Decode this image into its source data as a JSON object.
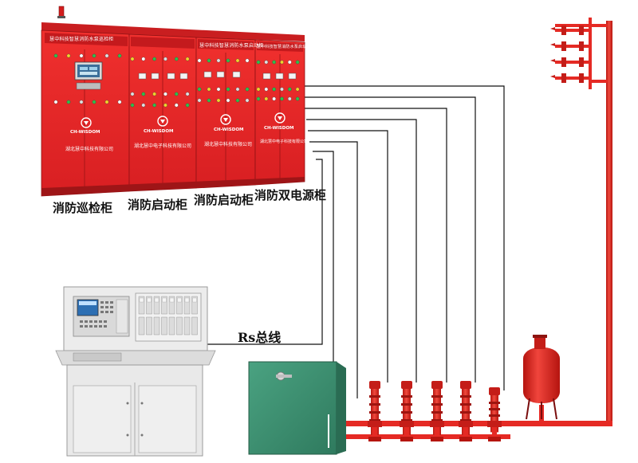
{
  "labels": {
    "patrol_cabinet": "消防巡检柜",
    "start_cabinet_1": "消防启动柜",
    "start_cabinet_2": "消防启动柜",
    "dual_power_cabinet": "消防双电源柜",
    "rs_bus": "Rs总线"
  },
  "cabinet_panels": [
    {
      "title": "慧中科技智慧消防水泵巡检柜",
      "brand": "CH-WISDOM",
      "company": "湖北慧中科技有限公司"
    },
    {
      "title": "",
      "brand": "CH-WISDOM",
      "company": "湖北慧中电子科技有限公司"
    },
    {
      "title": "慧中科技智慧消防水泵启动柜",
      "brand": "CH-WISDOM",
      "company": "湖北慧中科技有限公司"
    },
    {
      "title": "慧中科技智慧消防水泵启动柜",
      "brand": "CH-WISDOM",
      "company": "湖北慧中电子科技有限公司"
    }
  ],
  "colors": {
    "cabinet_red": "#e8262a",
    "cabinet_dark": "#b51a1d",
    "pipe_red": "#e52a24",
    "wire": "#111111",
    "tank_green": "#3f8f72",
    "console_grey": "#e6e6e6"
  }
}
